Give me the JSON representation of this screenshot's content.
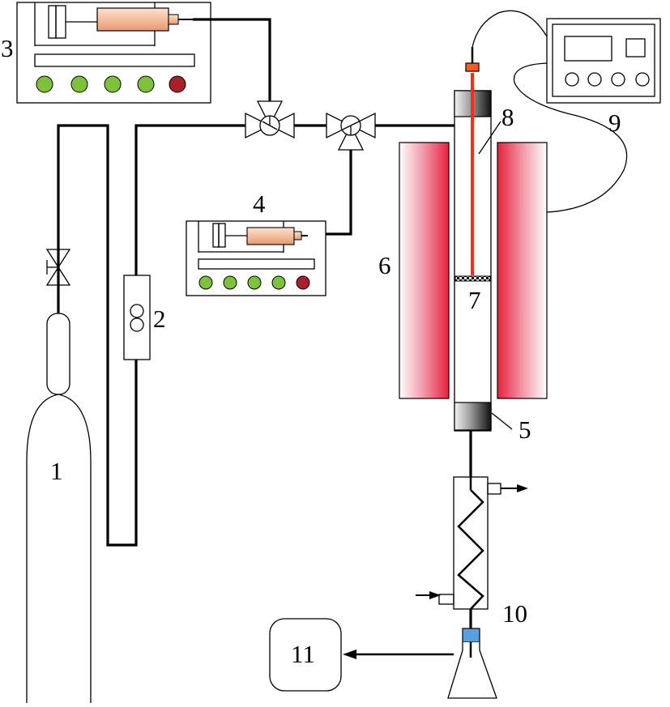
{
  "labels": {
    "gas_cylinder": "1",
    "flow_meter": "2",
    "syringe_pump_top": "3",
    "syringe_pump_mid": "4",
    "reactor_tube": "5",
    "furnace": "6",
    "catalyst_bed": "7",
    "thermocouple": "8",
    "temperature_controller": "9",
    "condenser": "10",
    "gas_analyzer": "11"
  },
  "colors": {
    "pipe": "#000000",
    "furnace_gradient": [
      "#ffffff",
      "#f08a9c",
      "#e8203c"
    ],
    "syringe_body": "#f4bf9e",
    "pump_green_button": "#7dc23a",
    "pump_red_button": "#a8202c",
    "thermocouple": "#ff2a1a",
    "collector_cap": "#5aa0e0"
  }
}
